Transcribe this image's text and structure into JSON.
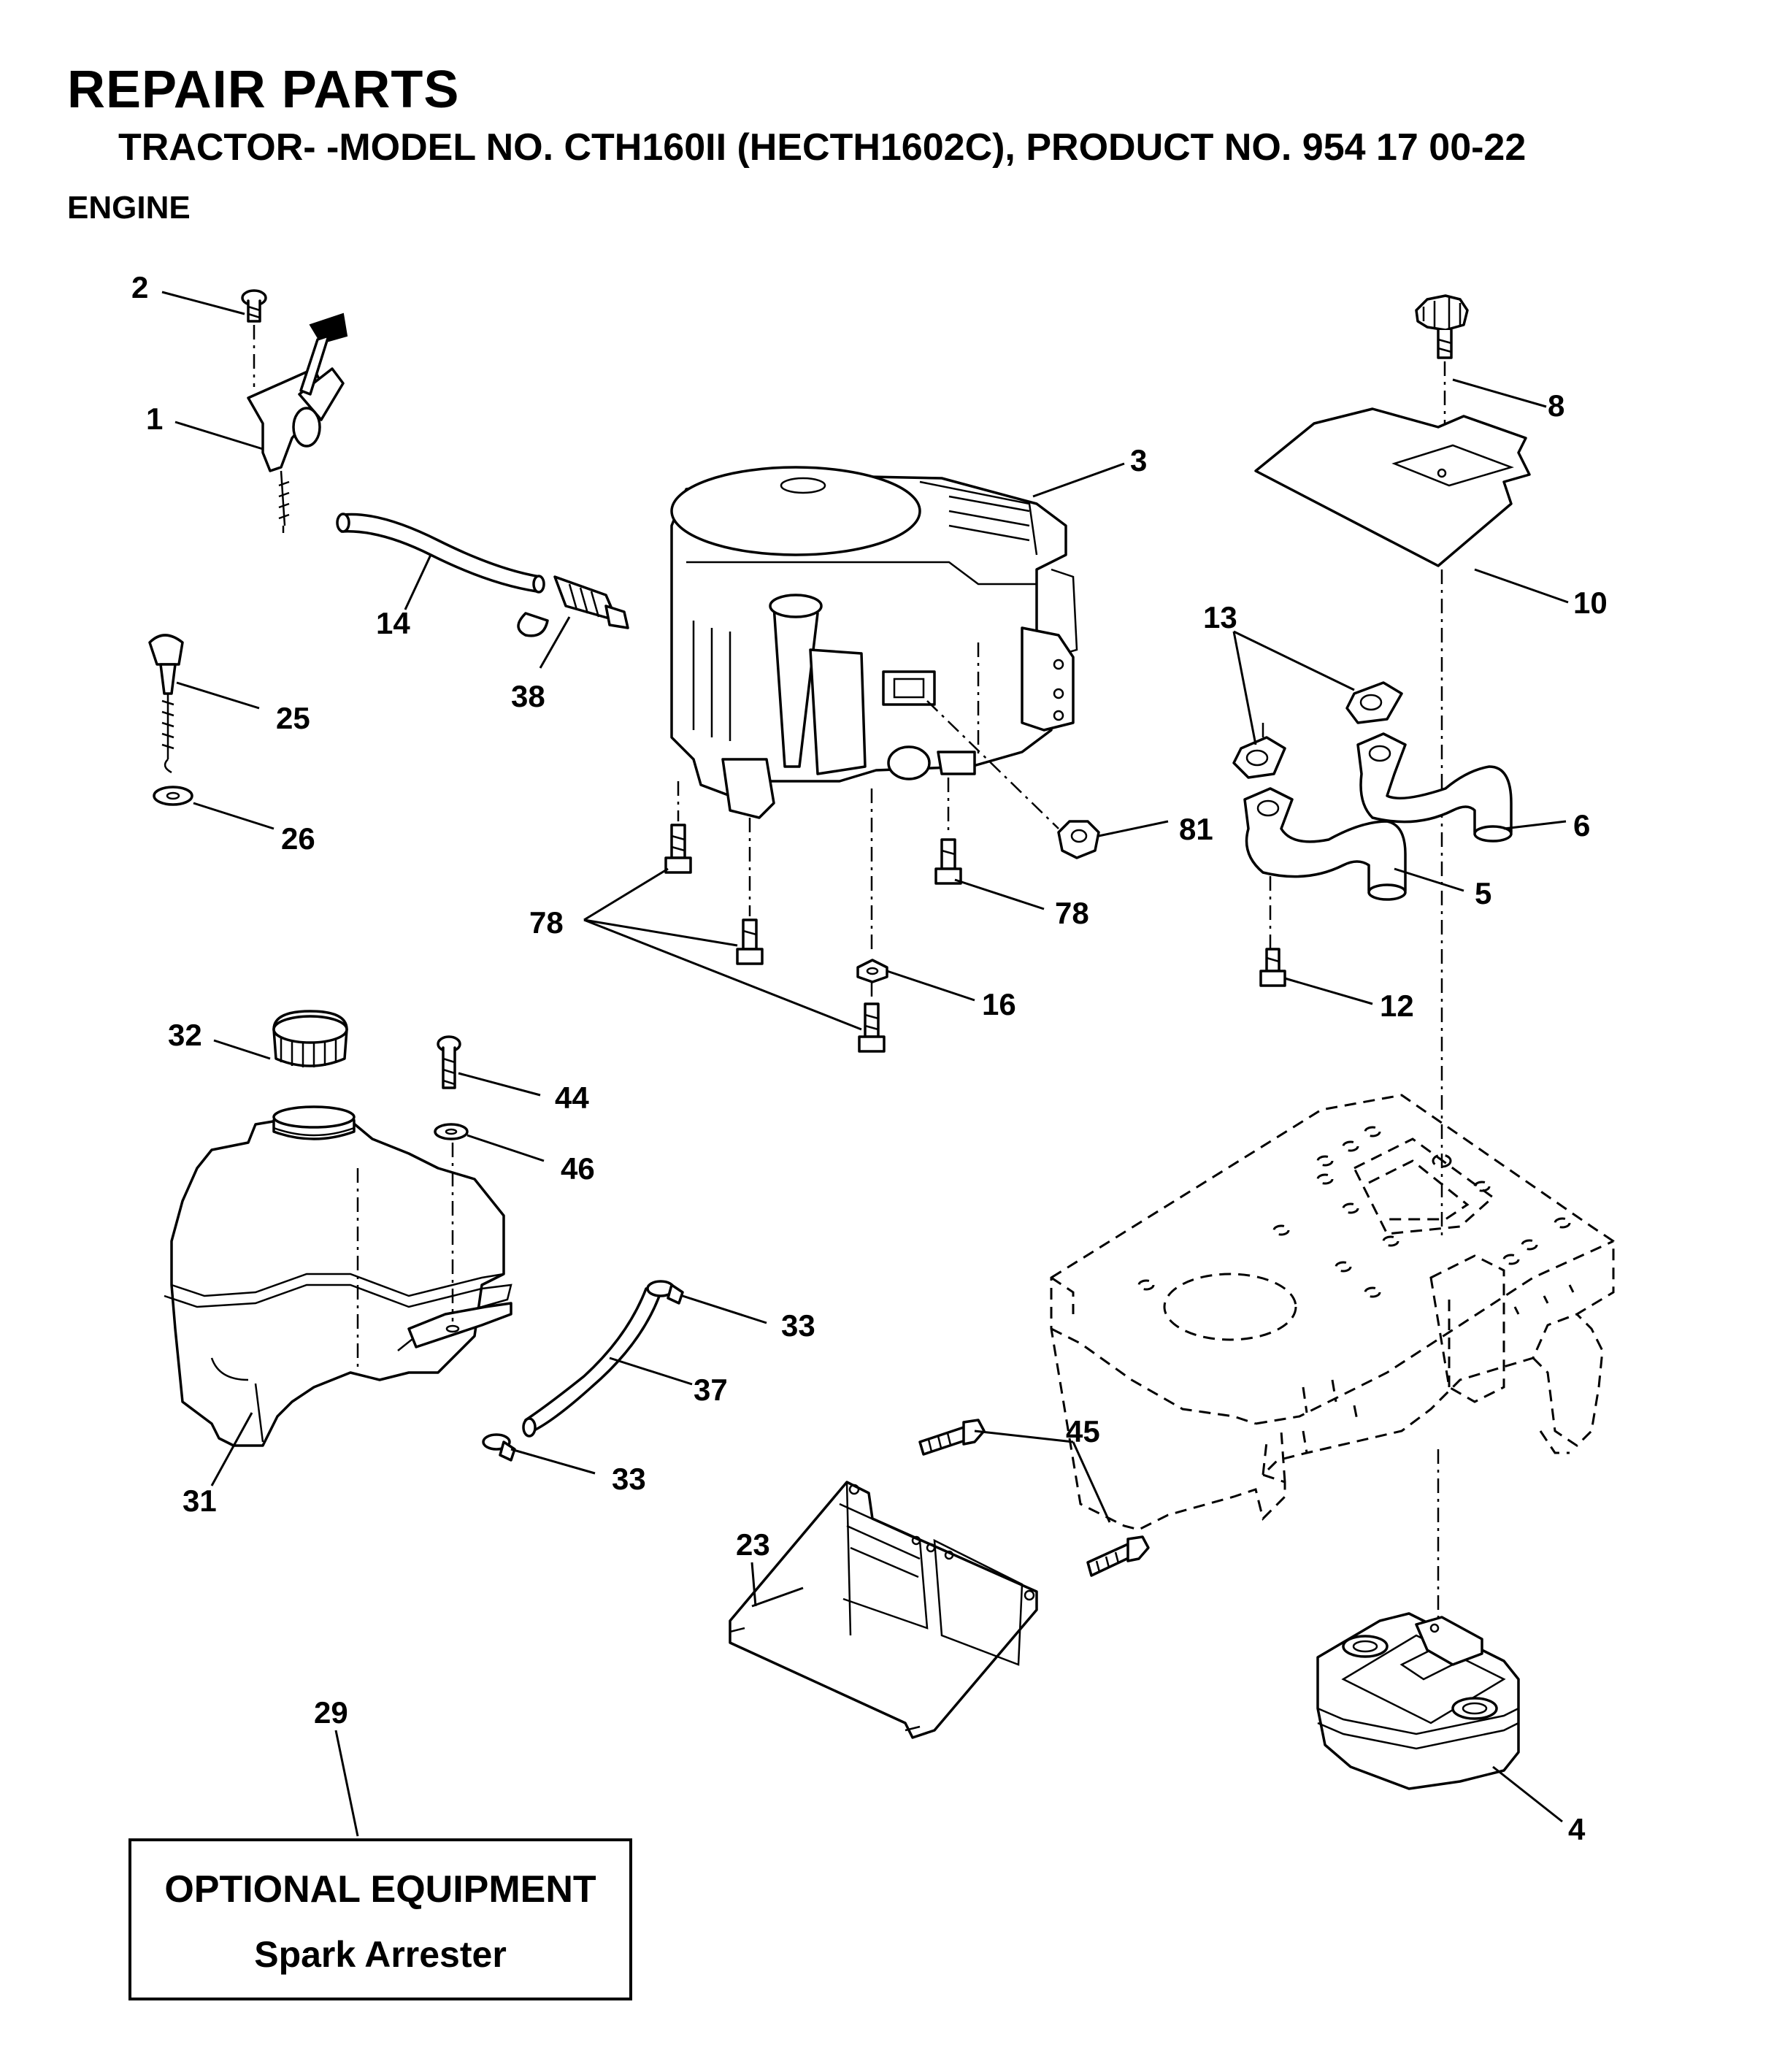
{
  "header": {
    "title": "REPAIR PARTS",
    "model_line": "TRACTOR- -MODEL NO. CTH160II (HECTH1602C), PRODUCT NO. 954 17 00-22",
    "section": "ENGINE"
  },
  "optional_equipment": {
    "title": "OPTIONAL EQUIPMENT",
    "item": "Spark Arrester"
  },
  "callouts": {
    "c1": "1",
    "c2": "2",
    "c3": "3",
    "c4": "4",
    "c5": "5",
    "c6": "6",
    "c8": "8",
    "c10": "10",
    "c12": "12",
    "c13": "13",
    "c14": "14",
    "c16": "16",
    "c23": "23",
    "c25": "25",
    "c26": "26",
    "c29": "29",
    "c31": "31",
    "c32": "32",
    "c33a": "33",
    "c33b": "33",
    "c37": "37",
    "c38": "38",
    "c44": "44",
    "c45": "45",
    "c46": "46",
    "c78a": "78",
    "c78b": "78",
    "c81": "81"
  }
}
